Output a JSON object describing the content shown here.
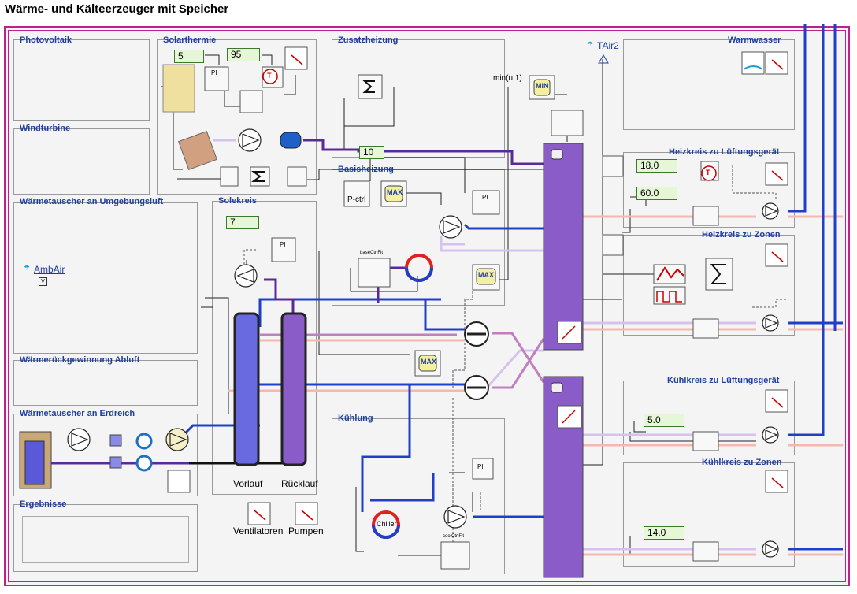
{
  "page": {
    "title": "Wärme- und Kälteerzeuger mit Speicher"
  },
  "sections": {
    "photovoltaik": "Photovoltaik",
    "windturbine": "Windturbine",
    "waermetauscher_luft": "Wärmetauscher an Umgebungsluft",
    "waermerueckgewinnung": "Wärmerückgewinnung Abluft",
    "waermetauscher_erdreich": "Wärmetauscher an Erdreich",
    "ergebnisse": "Ergebnisse",
    "solarthermie": "Solarthermie",
    "solekreis": "Solekreis",
    "zusatzheizung": "Zusatzheizung",
    "basisheizung": "Basisheizung",
    "kuehlung": "Kühlung",
    "warmwasser": "Warmwasser",
    "heizkreis_lueftung": "Heizkreis zu Lüftungsgerät",
    "heizkreis_zonen": "Heizkreis zu Zonen",
    "kuehlkreis_lueftung": "Kühlkreis zu Lüftungsgerät",
    "kuehlkreis_zonen": "Kühlkreis zu Zonen"
  },
  "values": {
    "solar_min": "5",
    "solar_max": "95",
    "zusatz_value": "10",
    "sole_value": "7",
    "heiz_lueft_set": "18.0",
    "heiz_lueft_value": "60.0",
    "kuehl_lueft_value": "5.0",
    "kuehl_zonen_value": "14.0"
  },
  "labels": {
    "ambair": "AmbAir",
    "tair2": "TAir2",
    "min_expr": "min(u,1)",
    "min_block": "MIN",
    "max_block": "MAX",
    "pctrl": "P-ctrl",
    "chiller": "Chiller",
    "vorlauf": "Vorlauf",
    "ruecklauf": "Rücklauf",
    "ventilatoren": "Ventilatoren",
    "pumpen": "Pumpen",
    "pi": "PI",
    "t": "T",
    "basectrl": "baseCtrlFit",
    "coolctrl": "coolCtrlFit"
  },
  "colors": {
    "frame": "#c0208a",
    "section_label": "#1f3fa0",
    "storage": "#8a5cc8",
    "pipe_blue": "#1f3fc8",
    "pipe_purple": "#6030a0"
  }
}
